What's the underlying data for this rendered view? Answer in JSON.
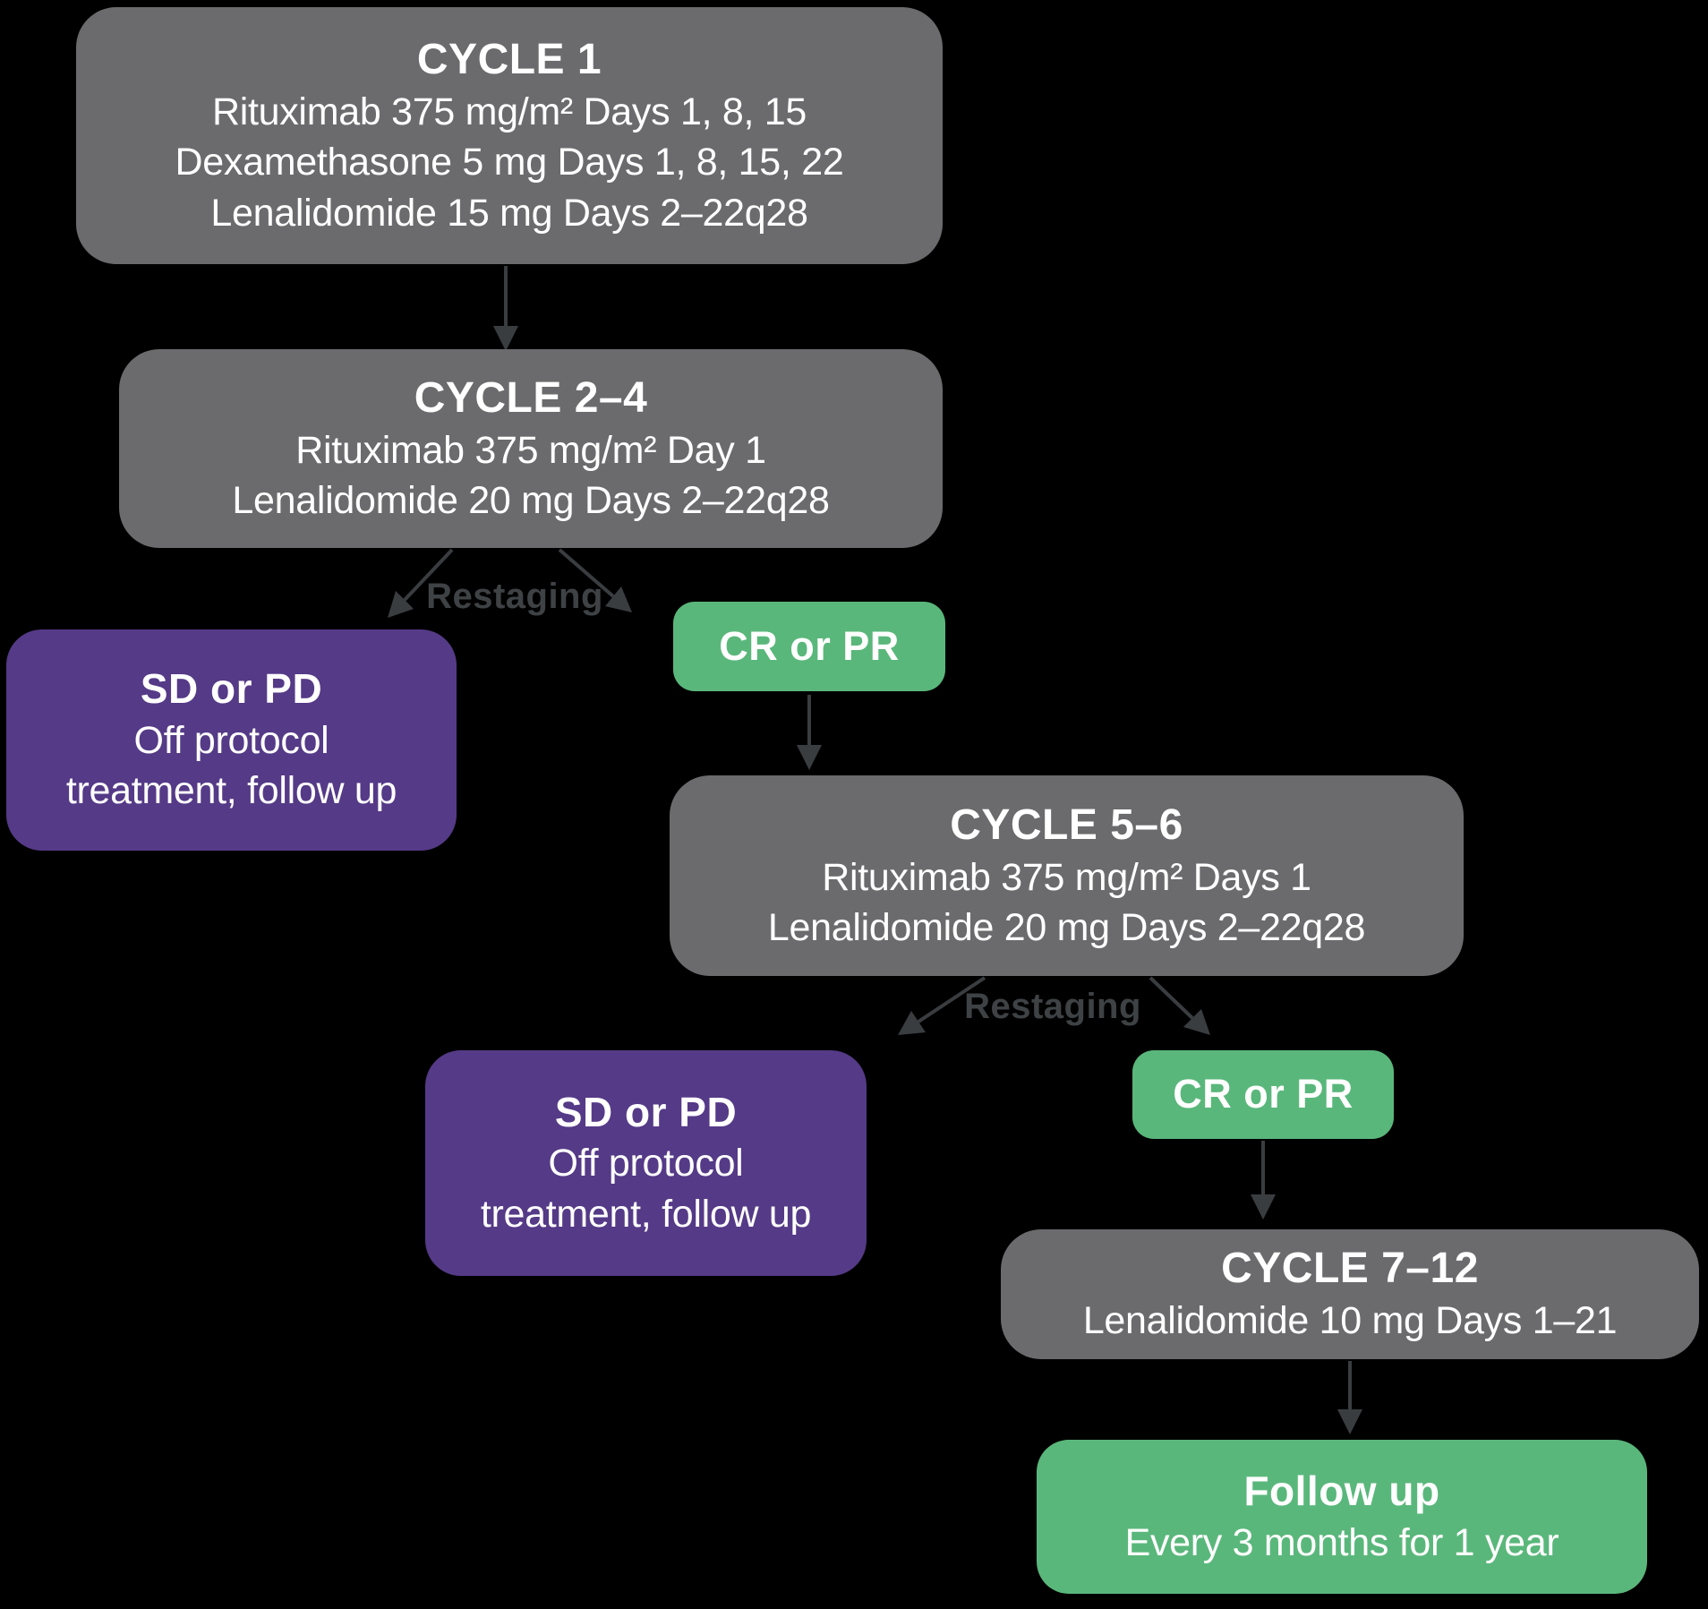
{
  "colors": {
    "background": "#000000",
    "node_gray": "#6b6b6d",
    "node_purple": "#553a87",
    "node_green": "#5ab77b",
    "text": "#ffffff",
    "connector": "#3a3d40",
    "restaging_label": "#3e4245"
  },
  "flow": {
    "cycle1": {
      "title": "CYCLE 1",
      "lines": [
        "Rituximab 375 mg/m² Days 1, 8, 15",
        "Dexamethasone 5 mg Days 1, 8, 15, 22",
        "Lenalidomide 15 mg Days 2–22q28"
      ]
    },
    "cycle2_4": {
      "title": "CYCLE 2–4",
      "lines": [
        "Rituximab 375 mg/m² Day 1",
        "Lenalidomide 20 mg Days 2–22q28"
      ]
    },
    "restaging1": "Restaging",
    "sd_pd_1": {
      "title": "SD or PD",
      "lines": [
        "Off protocol",
        "treatment, follow up"
      ]
    },
    "cr_pr_1": {
      "title": "CR or PR"
    },
    "cycle5_6": {
      "title": "CYCLE 5–6",
      "lines": [
        "Rituximab 375 mg/m² Days 1",
        "Lenalidomide 20 mg Days 2–22q28"
      ]
    },
    "restaging2": "Restaging",
    "sd_pd_2": {
      "title": "SD or PD",
      "lines": [
        "Off protocol",
        "treatment, follow up"
      ]
    },
    "cr_pr_2": {
      "title": "CR or PR"
    },
    "cycle7_12": {
      "title": "CYCLE 7–12",
      "lines": [
        "Lenalidomide 10 mg Days 1–21"
      ]
    },
    "follow_up": {
      "title": "Follow up",
      "lines": [
        "Every 3 months for 1 year"
      ]
    }
  }
}
